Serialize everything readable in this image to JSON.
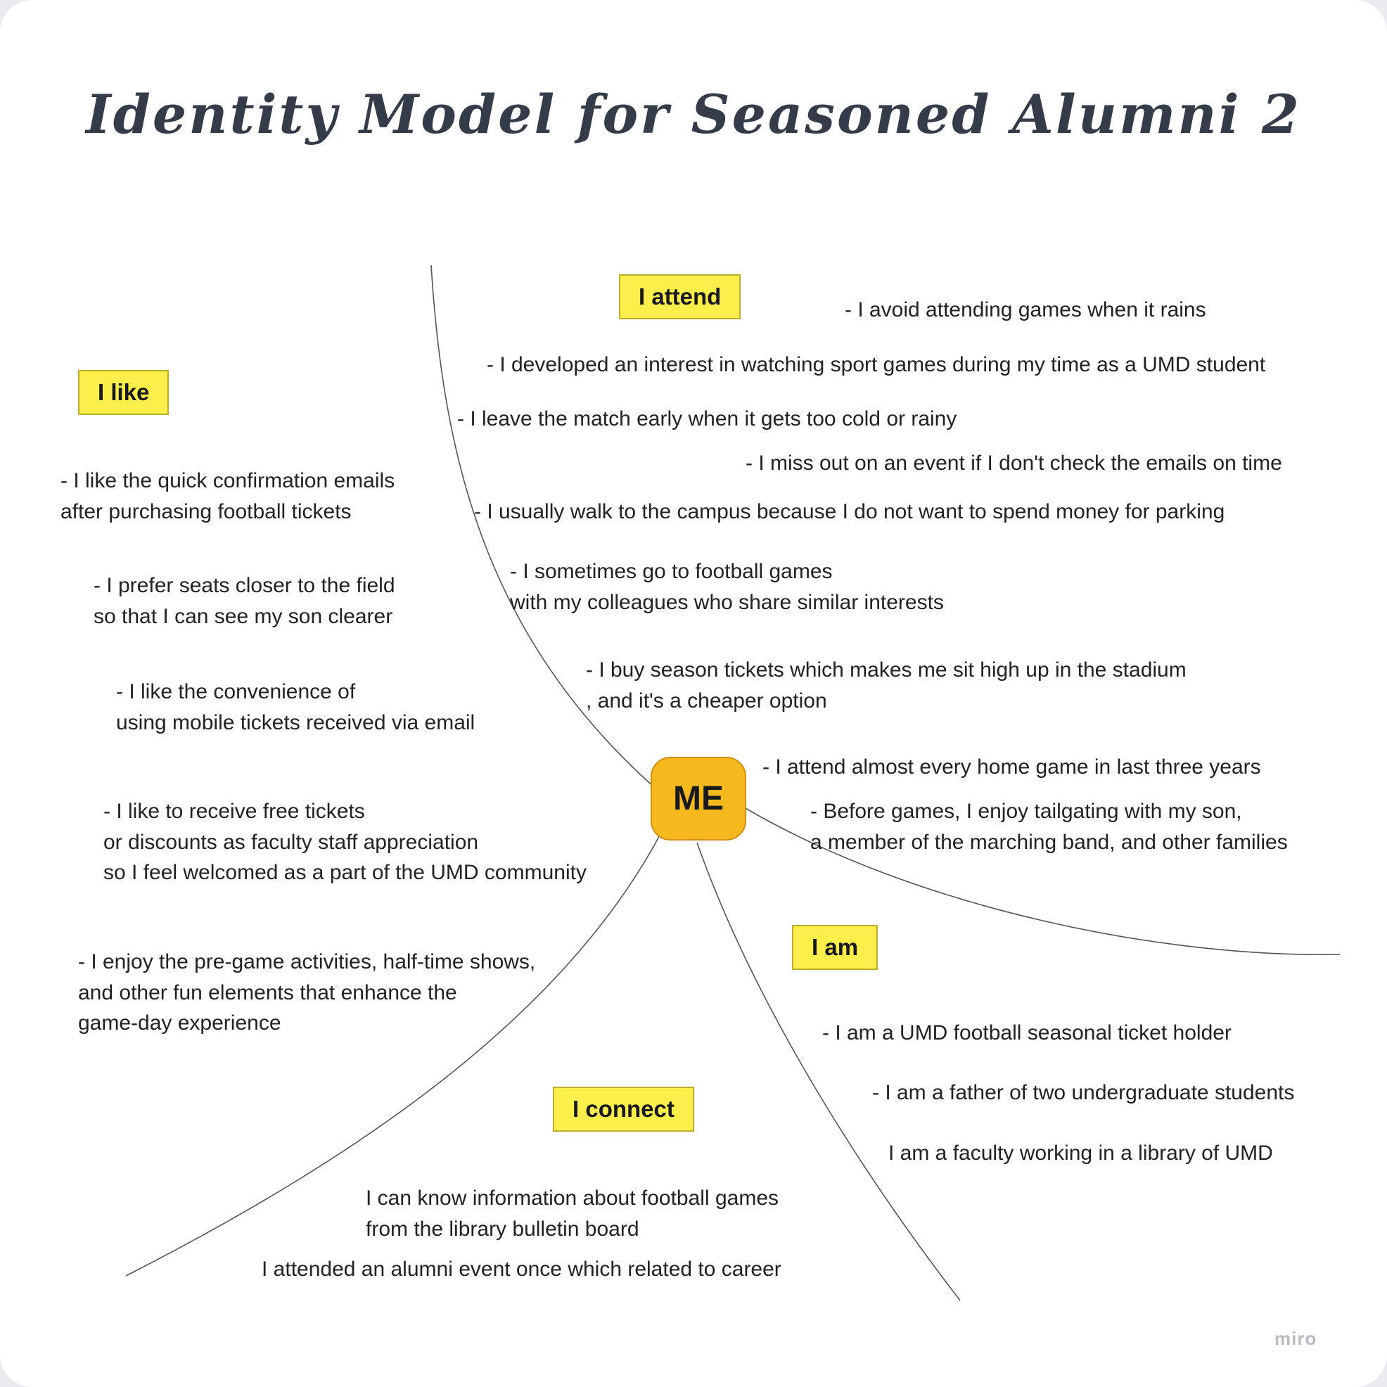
{
  "title": "Identity Model for Seasoned Alumni 2",
  "watermark": "miro",
  "center": {
    "label": "ME"
  },
  "colors": {
    "label_fill": "#fcee4b",
    "label_border": "#bfae2a",
    "me_fill": "#f5b91f",
    "me_border": "#d48f0c",
    "text": "#222222",
    "line": "#555555",
    "title": "#353c49"
  },
  "branches": {
    "attend": {
      "label": "I attend",
      "items": [
        "- I avoid attending games when it rains",
        "- I developed an interest in watching sport games during my time as a UMD student",
        "- I leave the match early when it gets too cold or rainy",
        "- I miss out on an event if I don't check the emails on time",
        "- I usually walk to the campus because I do not want to spend money for parking",
        "- I sometimes go to football games\nwith my colleagues who share similar interests",
        "- I buy season tickets which makes me sit high up in the stadium\n, and it's a cheaper option",
        "- I attend almost every home game in last three years",
        "- Before games, I enjoy tailgating with my son,\na member of the marching band, and other families"
      ]
    },
    "like": {
      "label": "I like",
      "items": [
        "- I like the quick confirmation emails\nafter purchasing football tickets",
        "- I prefer seats closer to the field\nso that I can see my son clearer",
        "- I like the convenience of\nusing mobile tickets received via email",
        "- I like to receive free tickets\nor discounts as faculty staff appreciation\nso I feel welcomed as a part of the UMD community",
        "- I enjoy the pre-game activities, half-time shows,\nand other fun elements that enhance the\n game-day experience"
      ]
    },
    "am": {
      "label": "I am",
      "items": [
        "- I am a UMD football seasonal ticket holder",
        "- I am a father of two undergraduate students",
        "I am a faculty working in a library of UMD"
      ]
    },
    "connect": {
      "label": "I connect",
      "items": [
        "I can know information about football games\nfrom the library bulletin board",
        "I attended an alumni event once which related to career"
      ]
    }
  }
}
